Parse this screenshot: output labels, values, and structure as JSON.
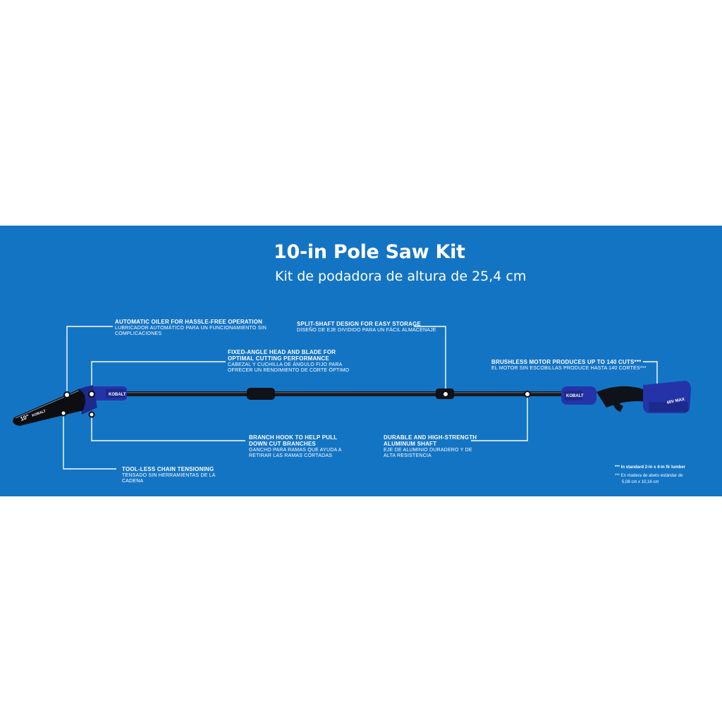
{
  "colors": {
    "banner_background": "#1474c4",
    "text": "#ffffff",
    "tool_blue": "#2434a8",
    "shaft": "#151a22"
  },
  "title": "10-in Pole Saw Kit",
  "subtitle": "Kit de podadora de altura de 25,4 cm",
  "callouts": {
    "oiler": {
      "en": "AUTOMATIC OILER FOR HASSLE-FREE OPERATION",
      "es_line1": "LUBRICADOR AUTOMÁTICO PARA UN FUNCIONAMIENTO SIN",
      "es_line2": "COMPLICACIONES"
    },
    "fixed_angle": {
      "en_line1": "FIXED-ANGLE HEAD AND BLADE FOR",
      "en_line2": "OPTIMAL CUTTING PERFORMANCE",
      "es_line1": "CABEZAL Y CUCHILLA DE ÁNGULO FIJO PARA",
      "es_line2": "OFRECER UN RENDIMIENTO DE CORTE ÓPTIMO"
    },
    "split_shaft": {
      "en": "SPLIT-SHAFT DESIGN FOR EASY STORAGE",
      "es": "DISEÑO DE EJE DIVIDIDO PARA UN FÁCIL ALMACENAJE"
    },
    "motor": {
      "en": "BRUSHLESS MOTOR PRODUCES UP TO 140 CUTS***",
      "es": "EL MOTOR SIN ESCOBILLAS PRODUCE HASTA 140 CORTES***"
    },
    "branch_hook": {
      "en_line1": "BRANCH HOOK TO HELP PULL",
      "en_line2": "DOWN CUT BRANCHES",
      "es_line1": "GANCHO PARA RAMAS QUE AYUDA A",
      "es_line2": "RETIRAR LAS RAMAS CORTADAS"
    },
    "aluminum_shaft": {
      "en_line1": "DURABLE AND HIGH-STRENGTH",
      "en_line2": "ALUMINUM SHAFT",
      "es_line1": "EJE DE ALUMINIO DURADERO Y DE",
      "es_line2": "ALTA RESISTENCIA"
    },
    "chain_tension": {
      "en": "TOOL-LESS CHAIN TENSIONING",
      "es_line1": "TENSADO SIN HERRAMIENTAS DE LA",
      "es_line2": "CADENA"
    }
  },
  "footnotes": {
    "en": "*** In standard 2-in x 4-in fir lumber",
    "es_line1": "*** En madera de abeto estándar de",
    "es_line2": "5,08 cm x 10,16 cm"
  },
  "tool_markings": {
    "bar_size": "10\"",
    "bar_brand": "KOBALT",
    "head_brand": "KOBALT",
    "motor_brand": "KOBALT",
    "battery_voltage": "40V MAX"
  },
  "icons": [
    "pole-saw-image"
  ]
}
